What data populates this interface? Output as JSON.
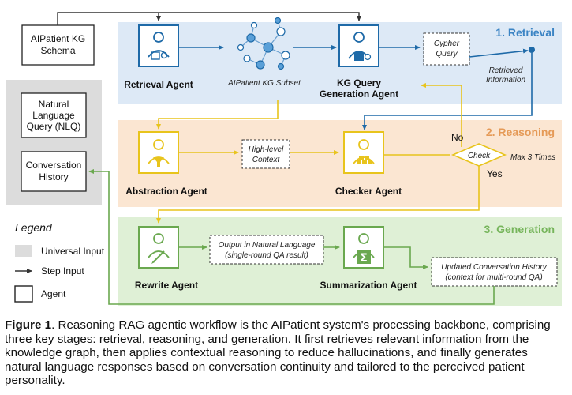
{
  "inputs": {
    "schema_line1": "AIPatient KG",
    "schema_line2": "Schema",
    "nlq_line1": "Natural",
    "nlq_line2": "Language",
    "nlq_line3": "Query (NLQ)",
    "history_line1": "Conversation",
    "history_line2": "History"
  },
  "legend": {
    "title": "Legend",
    "universal_input": "Universal Input",
    "step_input": "Step Input",
    "agent": "Agent"
  },
  "stages": {
    "retrieval": "1. Retrieval",
    "reasoning": "2. Reasoning",
    "generation": "3. Generation"
  },
  "agents": {
    "retrieval": "Retrieval Agent",
    "kg_query_line1": "KG Query",
    "kg_query_line2": "Generation Agent",
    "abstraction": "Abstraction Agent",
    "checker": "Checker Agent",
    "rewrite": "Rewrite Agent",
    "summarization": "Summarization Agent"
  },
  "labels": {
    "kg_subset": "AIPatient KG Subset",
    "cypher_line1": "Cypher",
    "cypher_line2": "Query",
    "retrieved_line1": "Retrieved",
    "retrieved_line2": "Information",
    "high_level_line1": "High-level",
    "high_level_line2": "Context",
    "check": "Check",
    "max_times": "Max 3 Times",
    "no": "No",
    "yes": "Yes",
    "output_line1": "Output in Natural Language",
    "output_line2": "(single-round QA result)",
    "updated_line1": "Updated Conversation History",
    "updated_line2": "(context for multi-round QA)"
  },
  "colors": {
    "retrieval_bg": "#dde9f6",
    "reasoning_bg": "#fbe6d2",
    "generation_bg": "#dff0d6",
    "retrieval_accent": "#1e6aa8",
    "reasoning_accent": "#e8c41c",
    "generation_accent": "#6aa84f",
    "universal_input_gray": "#dcdcdc",
    "stage_label_blue": "#3b84c4",
    "stage_label_orange": "#e59a57",
    "stage_label_green": "#76b55b"
  },
  "caption": {
    "figure_label": "Figure 1",
    "text": ". Reasoning RAG agentic workflow is the AIPatient system's processing backbone, comprising three key stages: retrieval, reasoning, and generation. It first retrieves relevant information from the knowledge graph, then applies contextual reasoning to reduce hallucinations, and finally generates natural language responses based on conversation continuity and tailored to the perceived patient personality."
  }
}
